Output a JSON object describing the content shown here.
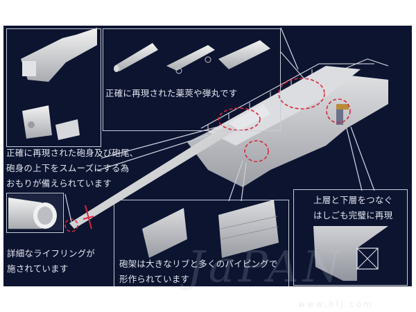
{
  "image": {
    "subject": "railway gun model kit promotional diagram",
    "background_color": "#0c1430",
    "frame_color": "#c9cdd8",
    "highlight_color": "#d8263a"
  },
  "callouts": {
    "ammunition": {
      "label": "正確に再現された薬莢や弾丸です"
    },
    "barrel_breech": {
      "lines": [
        "正確に再現された砲身及び砲尾、",
        "砲身の上下をスムーズにする為",
        "おもりが備えられています"
      ]
    },
    "rifling": {
      "lines": [
        "詳細なライフリングが",
        "施されています"
      ]
    },
    "carriage": {
      "lines": [
        "砲架は大きなリブと多くのパイピングで",
        "形作られています"
      ]
    },
    "ladder": {
      "lines": [
        "上層と下層をつなぐ",
        "はしごも完璧に再現"
      ]
    }
  },
  "watermark": {
    "text": "JaPAN",
    "url": "www.hlj.com"
  }
}
